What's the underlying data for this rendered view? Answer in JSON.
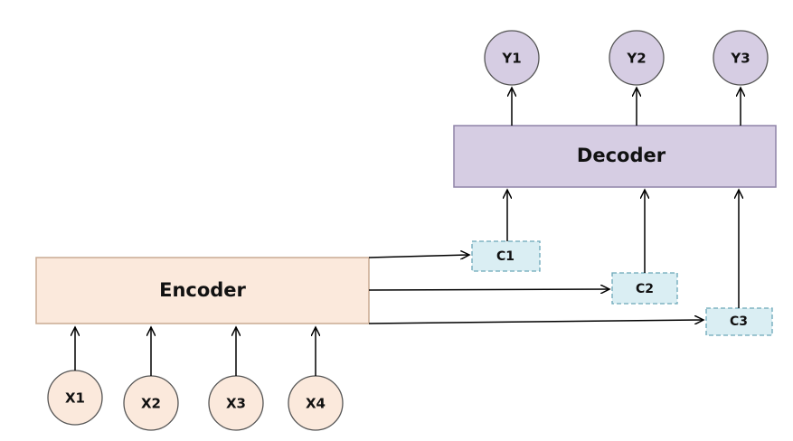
{
  "colors": {
    "encoder_fill": "#fbe9dc",
    "encoder_stroke": "#c9ab93",
    "decoder_fill": "#d6cde3",
    "decoder_stroke": "#8f83a8",
    "input_fill": "#fbe9dc",
    "input_stroke": "#555555",
    "output_fill": "#d6cde3",
    "output_stroke": "#555555",
    "context_fill": "#daeef3",
    "context_stroke": "#6aa6b8",
    "arrow": "#000000"
  },
  "encoder": {
    "label": "Encoder"
  },
  "decoder": {
    "label": "Decoder"
  },
  "inputs": [
    "X1",
    "X2",
    "X3",
    "X4"
  ],
  "outputs": [
    "Y1",
    "Y2",
    "Y3"
  ],
  "contexts": [
    "C1",
    "C2",
    "C3"
  ]
}
